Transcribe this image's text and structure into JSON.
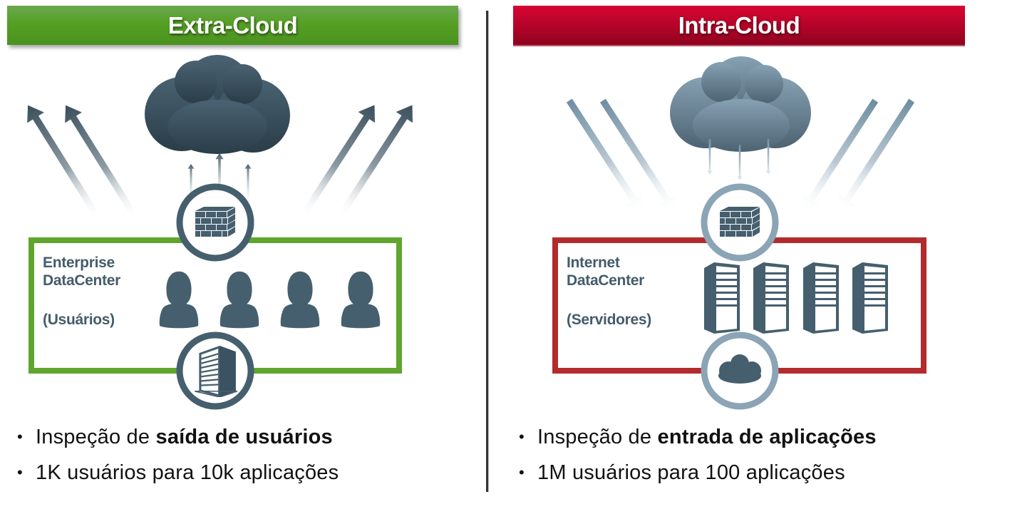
{
  "colors": {
    "green_accent": "#5fa52e",
    "red_accent": "#b22b2d",
    "icon_dark": "#455f6e",
    "icon_light_ring": "#8ba4b6",
    "cloud_dark": "#3a5262",
    "cloud_light": "#7793a6"
  },
  "left_panel": {
    "title": "Extra-Cloud",
    "datacenter_label_line1": "Enterprise",
    "datacenter_label_line2": "DataCenter",
    "datacenter_label_line3": "(Usuários)",
    "top_icon": "firewall-icon",
    "bottom_icon": "office-building-icon",
    "member_icon": "user-icon",
    "member_count": 4,
    "flow_direction": "outbound",
    "bullets": [
      {
        "prefix": "Inspeção de ",
        "bold": "saída de usuários",
        "suffix": ""
      },
      {
        "prefix": "1K usuários para 10k aplicações",
        "bold": "",
        "suffix": ""
      }
    ]
  },
  "right_panel": {
    "title": "Intra-Cloud",
    "datacenter_label_line1": "Internet",
    "datacenter_label_line2": "DataCenter",
    "datacenter_label_line3": "(Servidores)",
    "top_icon": "firewall-icon",
    "bottom_icon": "cloud-icon",
    "member_icon": "server-tower-icon",
    "member_count": 4,
    "flow_direction": "inbound",
    "bullets": [
      {
        "prefix": "Inspeção de ",
        "bold": "entrada de aplicações",
        "suffix": ""
      },
      {
        "prefix": "1M usuários para 100 aplicações",
        "bold": "",
        "suffix": ""
      }
    ]
  },
  "bullet_glyph": "•"
}
